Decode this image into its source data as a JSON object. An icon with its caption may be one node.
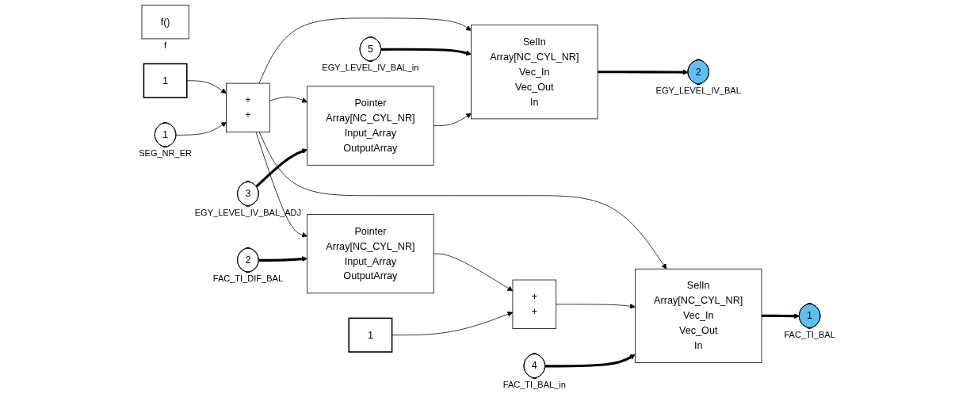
{
  "diagram": {
    "nodes": [
      {
        "text": [
          "f()"
        ],
        "beside": [
          "f"
        ]
      },
      {
        "text": [
          "1"
        ]
      },
      {
        "text": [
          "1"
        ],
        "beside": [
          "SEG_NR_ER"
        ]
      },
      {
        "text": [
          "+",
          "+"
        ]
      },
      {
        "text": [
          "3"
        ],
        "beside": [
          "EGY_LEVEL_IV_BAL_ADJ"
        ]
      },
      {
        "text": [
          "Pointer",
          "Array[NC_CYL_NR]",
          "Input_Array",
          "OutputArray"
        ]
      },
      {
        "text": [
          "5"
        ],
        "beside": [
          "EGY_LEVEL_IV_BAL_in"
        ]
      },
      {
        "text": [
          "SelIn",
          "Array[NC_CYL_NR]",
          "Vec_In",
          "Vec_Out",
          "In"
        ]
      },
      {
        "text": [
          "2"
        ],
        "beside": [
          "EGY_LEVEL_IV_BAL"
        ]
      },
      {
        "text": [
          "Pointer",
          "Array[NC_CYL_NR]",
          "Input_Array",
          "OutputArray"
        ]
      },
      {
        "text": [
          "2"
        ],
        "beside": [
          "FAC_TI_DIF_BAL"
        ]
      },
      {
        "text": [
          "+",
          "+"
        ]
      },
      {
        "text": [
          "SelIn",
          "Array[NC_CYL_NR]",
          "Vec_In",
          "Vec_Out",
          "In"
        ]
      },
      {
        "text": [
          "1"
        ],
        "beside": [
          "FAC_TI_BAL"
        ]
      },
      {
        "text": [
          "1"
        ]
      },
      {
        "text": [
          "4"
        ],
        "beside": [
          "FAC_TI_BAL_in"
        ]
      }
    ],
    "edges": [
      {
        "from": 1,
        "to": 3,
        "arrow": "to"
      },
      {
        "from": 2,
        "to": 3,
        "arrow": "to"
      },
      {
        "from": 3,
        "to": 5,
        "arrow": "to"
      },
      {
        "from": 3,
        "to": 7,
        "arrow": "to"
      },
      {
        "from": 3,
        "to": 9,
        "arrow": "to"
      },
      {
        "from": 3,
        "to": 12,
        "arrow": "to"
      },
      {
        "from": 4,
        "to": 5,
        "arrow": "to",
        "style": "thick"
      },
      {
        "from": 6,
        "to": 7,
        "arrow": "to",
        "style": "thick"
      },
      {
        "from": 5,
        "to": 7,
        "arrow": "to"
      },
      {
        "from": 7,
        "to": 8,
        "arrow": "to",
        "style": "thick"
      },
      {
        "from": 10,
        "to": 9,
        "arrow": "to",
        "style": "thick"
      },
      {
        "from": 9,
        "to": 11,
        "arrow": "to"
      },
      {
        "from": 14,
        "to": 11,
        "arrow": "to"
      },
      {
        "from": 11,
        "to": 12,
        "arrow": "to"
      },
      {
        "from": 15,
        "to": 12,
        "arrow": "to",
        "style": "thick"
      },
      {
        "from": 12,
        "to": 13,
        "arrow": "to",
        "style": "thick"
      }
    ]
  }
}
